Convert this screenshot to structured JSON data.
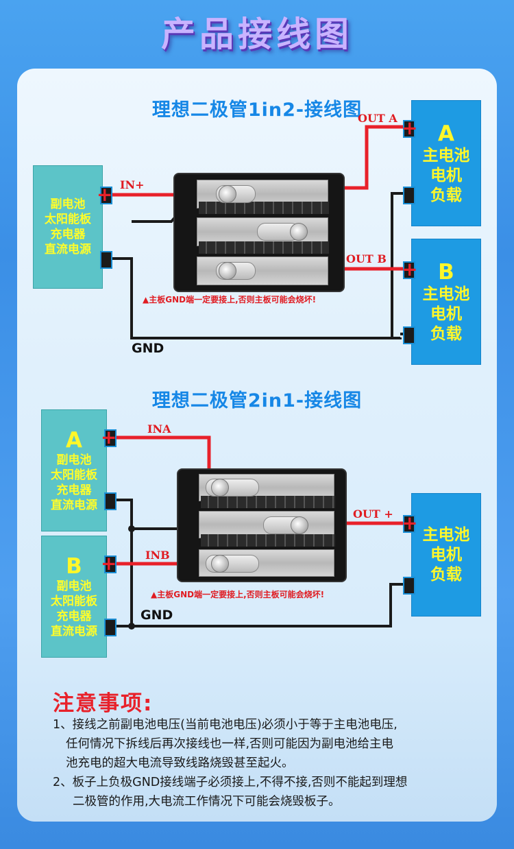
{
  "title": "产品接线图",
  "section1": {
    "title": "理想二极管1in2-接线图",
    "source_lines": [
      "副电池",
      "太阳能板",
      "充电器",
      "直流电源"
    ],
    "load_a": {
      "letter": "A",
      "lines": [
        "主电池",
        "电机",
        "负载"
      ]
    },
    "load_b": {
      "letter": "B",
      "lines": [
        "主电池",
        "电机",
        "负载"
      ]
    },
    "label_in": "IN+",
    "label_out_a": "OUT A",
    "label_out_b": "OUT B",
    "label_gnd": "GND",
    "warning": "▲主板GND端一定要接上,否则主板可能会烧坏!"
  },
  "section2": {
    "title": "理想二极管2in1-接线图",
    "source_a": {
      "letter": "A",
      "lines": [
        "副电池",
        "太阳能板",
        "充电器",
        "直流电源"
      ]
    },
    "source_b": {
      "letter": "B",
      "lines": [
        "副电池",
        "太阳能板",
        "充电器",
        "直流电源"
      ]
    },
    "load": {
      "lines": [
        "主电池",
        "电机",
        "负载"
      ]
    },
    "label_ina": "INA",
    "label_inb": "INB",
    "label_out": "OUT +",
    "label_gnd": "GND",
    "warning": "▲主板GND端一定要接上,否则主板可能会烧坏!"
  },
  "notes": {
    "title": "注意事项:",
    "items": [
      "1、接线之前副电池电压(当前电池电压)必须小于等于主电池电压,",
      "任何情况下拆线后再次接线也一样,否则可能因为副电池给主电",
      "池充电的超大电流导致线路烧毁甚至起火。",
      "2、板子上负极GND接线端子必须接上,不得不接,否则不能起到理想",
      "二极管的作用,大电流工作情况下可能会烧毁板子。"
    ]
  },
  "colors": {
    "wire_positive": "#e8212a",
    "wire_gnd": "#1a1a1a",
    "source_box": "#5cc4c8",
    "load_box": "#1e9be3"
  }
}
